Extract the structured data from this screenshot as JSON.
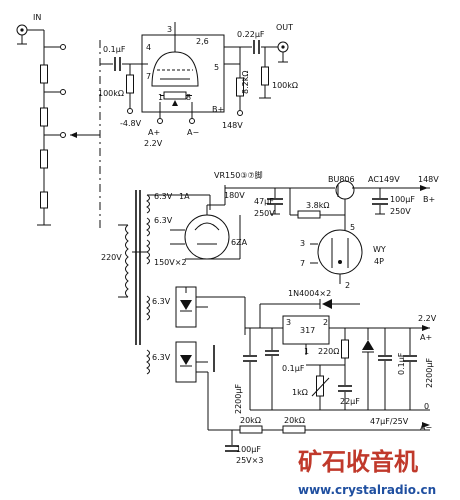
{
  "labels": {
    "in": "IN",
    "out": "OUT",
    "c_in": "0.1µF",
    "r_grid": "100kΩ",
    "bias": "-4.8V",
    "pin3": "3",
    "pin26": "2,6",
    "pin4": "4",
    "pin5": "5",
    "pin7": "7",
    "pin1": "1",
    "pin8": "8",
    "heater_plus": "A+",
    "heater_volt": "2.2V",
    "heater_minus": "A−",
    "r_plate": "8.2kΩ",
    "b_plus_volt": "148V",
    "b_plus": "B+",
    "c_out": "0.22µF",
    "r_out": "100kΩ",
    "vr150": "VR150③⑦脚",
    "v180": "180V",
    "bu806": "BU806",
    "ac149": "AC149V",
    "v148": "148V",
    "b_plus2": "B+",
    "c_47": "47µF",
    "c_47_v": "250V",
    "r_38": "3.8kΩ",
    "c_100": "100µF",
    "c_100_v": "250V",
    "vr_pin5": "5",
    "vr_pin3": "3",
    "vr_pin7": "7",
    "vr_pin2": "2",
    "wy": "WY",
    "wy_4p": "4P",
    "w1": "6.3V",
    "w1_a": "1A",
    "w2": "6.3V",
    "w3": "150V×2",
    "prim": "220V",
    "tube_6za": "6ZA",
    "w4": "6.3V",
    "w5": "6.3V",
    "diode_label": "1N4004×2",
    "reg_317": "317",
    "reg_pin3": "3",
    "reg_pin2": "2",
    "reg_pin1": "1",
    "v22": "2.2V",
    "a_plus": "A+",
    "zero": "0",
    "a_minus": "A−",
    "c_2200_left": "2200µF",
    "c_01a": "0.1µF",
    "r_220": "220Ω",
    "r_1k": "1kΩ",
    "c_22": "22µF",
    "c_01b": "0.1µF",
    "c_2200_right": "2200µF",
    "r_20k_a": "20kΩ",
    "r_20k_b": "20kΩ",
    "c_47_25": "47µF/25V",
    "c_100_25": "100µF",
    "c_100_25b": "25V×3",
    "watermark_cn": "矿石收音机",
    "watermark_url": "www.crystalradio.cn"
  }
}
